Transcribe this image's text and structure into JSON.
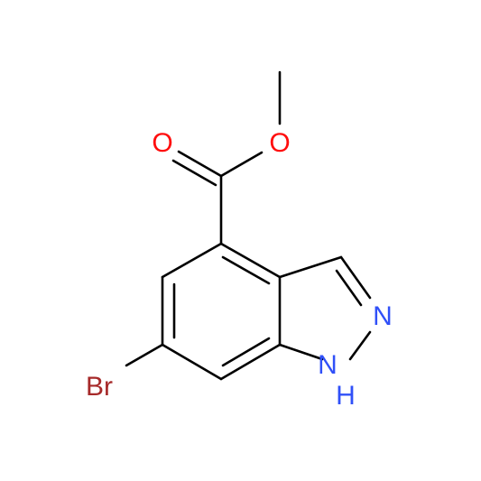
{
  "molecule": {
    "atoms": {
      "oxygen_carbonyl": {
        "label": "O",
        "color": "#ff0d0d"
      },
      "oxygen_ester": {
        "label": "O",
        "color": "#ff0d0d"
      },
      "nitrogen_2": {
        "label": "N",
        "color": "#3050f8"
      },
      "nitrogen_1": {
        "label": "N",
        "color": "#3050f8"
      },
      "hydrogen_1": {
        "label": "H",
        "color": "#3050f8"
      },
      "bromine": {
        "label": "Br",
        "color": "#a62929"
      }
    }
  }
}
